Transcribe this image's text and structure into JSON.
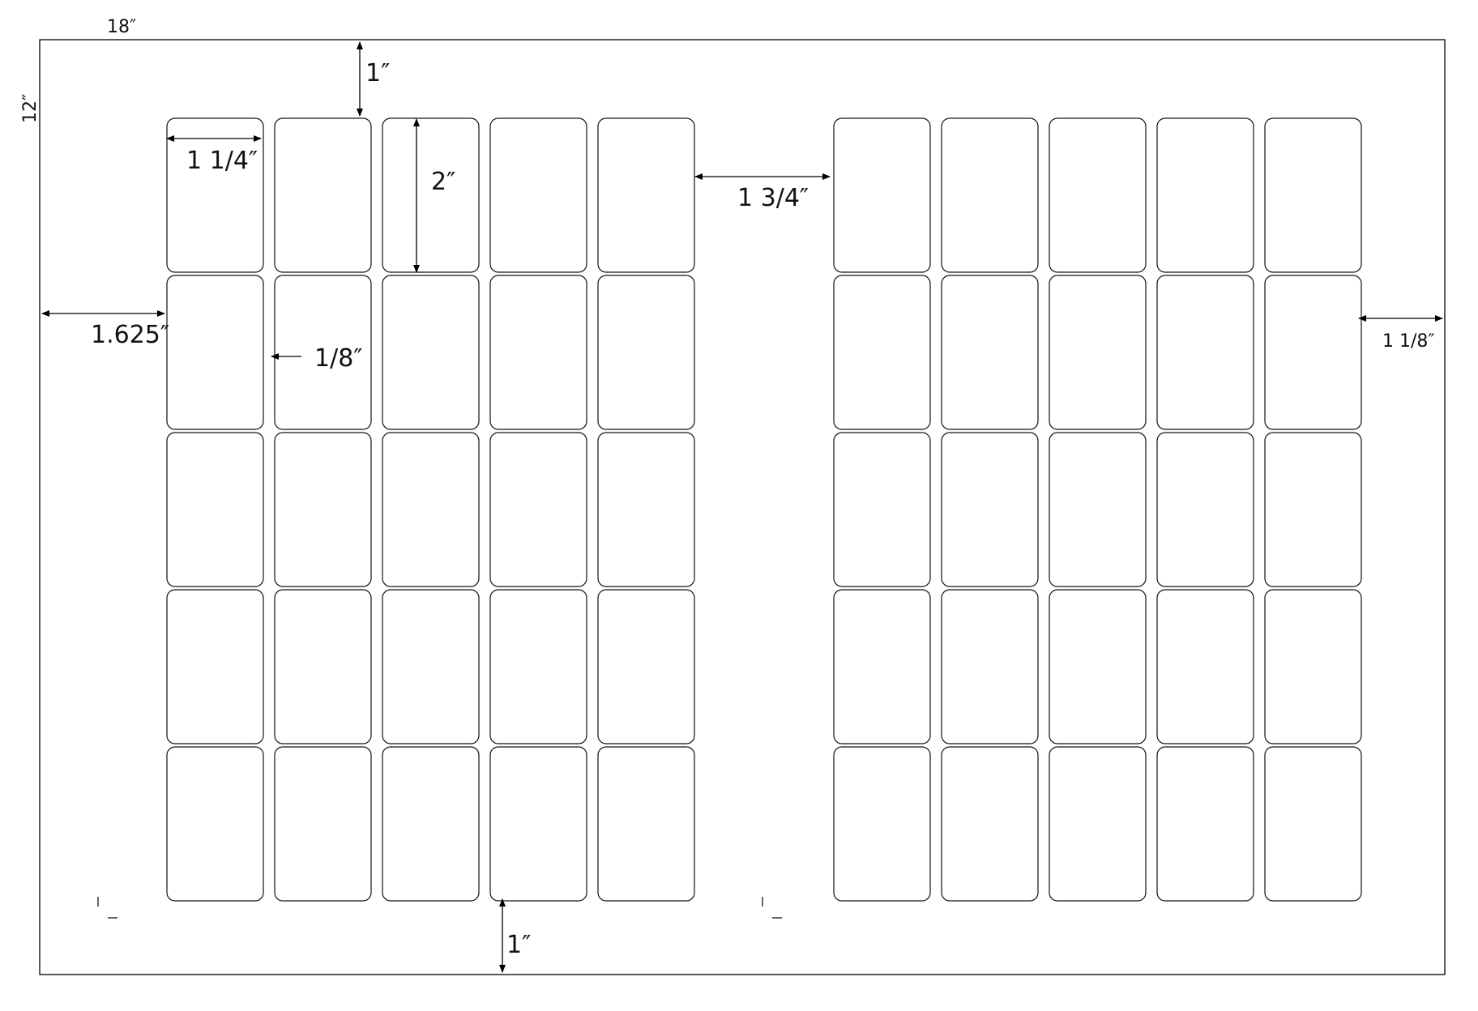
{
  "sheet": {
    "width_label": "18″",
    "height_label": "12″",
    "width_in": 18,
    "height_in": 12
  },
  "layout": {
    "groups": 2,
    "rows": 5,
    "columns_per_group": 5,
    "label_width_in": 1.25,
    "label_height_in": 2
  },
  "dimensions": {
    "top_margin": "1″",
    "bottom_margin": "1″",
    "left_margin": "1.625″",
    "right_margin_main": "1 1/8″",
    "label_width_main": "1 1/4″",
    "label_height": "2″",
    "column_gap": "1/8″",
    "group_gap_main": "1 3/4″"
  },
  "colors": {
    "line": "#000000",
    "text": "#111111",
    "background": "#ffffff"
  }
}
